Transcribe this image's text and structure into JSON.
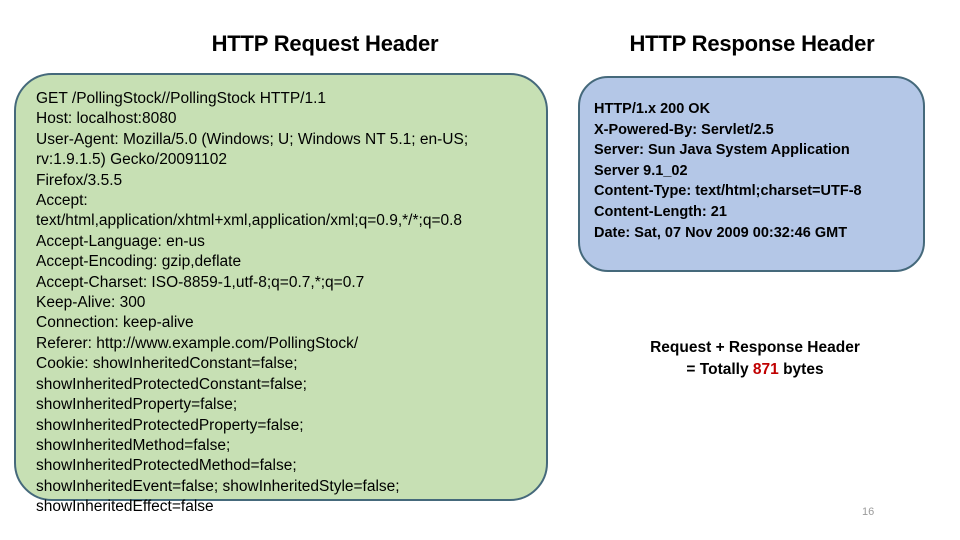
{
  "slide": {
    "page_number": "16",
    "colors": {
      "request_fill": "#c7e0b4",
      "response_fill": "#b4c7e7",
      "box_border": "#45697b",
      "highlight": "#c00000",
      "page_number": "#9b9b9b"
    }
  },
  "request": {
    "title": "HTTP Request Header",
    "lines": [
      "GET /PollingStock//PollingStock HTTP/1.1",
      "Host: localhost:8080",
      "User-Agent: Mozilla/5.0 (Windows; U; Windows NT 5.1; en-US;",
      "rv:1.9.1.5) Gecko/20091102",
      "Firefox/3.5.5",
      "Accept:",
      "text/html,application/xhtml+xml,application/xml;q=0.9,*/*;q=0.8",
      "Accept-Language: en-us",
      "Accept-Encoding: gzip,deflate",
      "Accept-Charset: ISO-8859-1,utf-8;q=0.7,*;q=0.7",
      "Keep-Alive: 300",
      "Connection: keep-alive",
      "Referer: http://www.example.com/PollingStock/",
      "Cookie: showInheritedConstant=false;",
      "showInheritedProtectedConstant=false;",
      "showInheritedProperty=false;",
      "showInheritedProtectedProperty=false;",
      "showInheritedMethod=false;",
      "showInheritedProtectedMethod=false;",
      "showInheritedEvent=false; showInheritedStyle=false;",
      "showInheritedEffect=false"
    ]
  },
  "response": {
    "title": "HTTP Response Header",
    "lines": [
      "HTTP/1.x 200 OK",
      "X-Powered-By: Servlet/2.5",
      "Server: Sun Java System Application",
      "Server 9.1_02",
      "Content-Type: text/html;charset=UTF-8",
      "Content-Length: 21",
      "Date: Sat, 07 Nov 2009 00:32:46 GMT"
    ]
  },
  "summary": {
    "line1": "Request + Response Header",
    "line2_prefix": "= Totally ",
    "bytes": "871",
    "line2_suffix": " bytes"
  }
}
